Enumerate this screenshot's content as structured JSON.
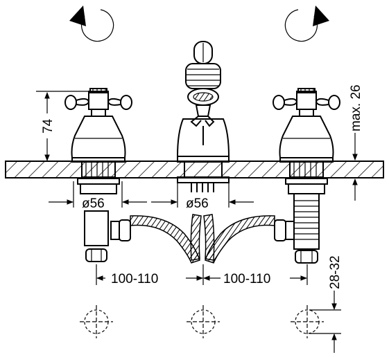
{
  "dimensions": {
    "height_above_deck": "74",
    "max_deck_thickness": "max. 26",
    "hole_diameter_left": "ø56",
    "hole_diameter_center": "ø56",
    "spacing_left": "100-110",
    "spacing_right": "100-110",
    "connection_offset": "28-32"
  },
  "icons": {
    "rotation_left": "counterclockwise-arrow-icon",
    "rotation_right": "clockwise-arrow-icon"
  },
  "colors": {
    "line": "#000000",
    "background": "#ffffff"
  }
}
